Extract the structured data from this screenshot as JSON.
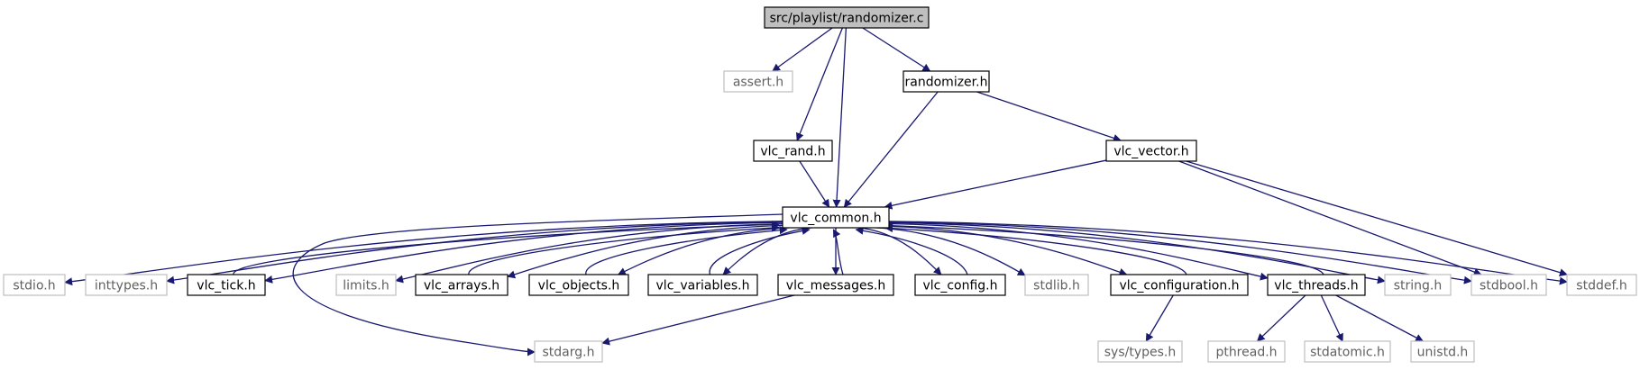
{
  "diagram": {
    "colors": {
      "edge": "#191970",
      "root_fill": "#bfbfbf",
      "documented_border": "#000000",
      "external_border": "#bfbfbf",
      "external_text": "#606060"
    },
    "nodes": [
      {
        "id": "randomizer_c",
        "label": "src/playlist/randomizer.c",
        "kind": "root"
      },
      {
        "id": "assert_h",
        "label": "assert.h",
        "kind": "external"
      },
      {
        "id": "randomizer_h",
        "label": "randomizer.h",
        "kind": "documented"
      },
      {
        "id": "vlc_rand_h",
        "label": "vlc_rand.h",
        "kind": "documented"
      },
      {
        "id": "vlc_vector_h",
        "label": "vlc_vector.h",
        "kind": "documented"
      },
      {
        "id": "vlc_common_h",
        "label": "vlc_common.h",
        "kind": "documented"
      },
      {
        "id": "stdio_h",
        "label": "stdio.h",
        "kind": "external"
      },
      {
        "id": "inttypes_h",
        "label": "inttypes.h",
        "kind": "external"
      },
      {
        "id": "vlc_tick_h",
        "label": "vlc_tick.h",
        "kind": "documented"
      },
      {
        "id": "limits_h",
        "label": "limits.h",
        "kind": "external"
      },
      {
        "id": "vlc_arrays_h",
        "label": "vlc_arrays.h",
        "kind": "documented"
      },
      {
        "id": "vlc_objects_h",
        "label": "vlc_objects.h",
        "kind": "documented"
      },
      {
        "id": "vlc_variables_h",
        "label": "vlc_variables.h",
        "kind": "documented"
      },
      {
        "id": "vlc_messages_h",
        "label": "vlc_messages.h",
        "kind": "documented"
      },
      {
        "id": "vlc_config_h",
        "label": "vlc_config.h",
        "kind": "documented"
      },
      {
        "id": "stdlib_h",
        "label": "stdlib.h",
        "kind": "external"
      },
      {
        "id": "vlc_configuration_h",
        "label": "vlc_configuration.h",
        "kind": "documented"
      },
      {
        "id": "vlc_threads_h",
        "label": "vlc_threads.h",
        "kind": "documented"
      },
      {
        "id": "string_h",
        "label": "string.h",
        "kind": "external"
      },
      {
        "id": "stdbool_h",
        "label": "stdbool.h",
        "kind": "external"
      },
      {
        "id": "stddef_h",
        "label": "stddef.h",
        "kind": "external"
      },
      {
        "id": "stdarg_h",
        "label": "stdarg.h",
        "kind": "external"
      },
      {
        "id": "sys_types_h",
        "label": "sys/types.h",
        "kind": "external"
      },
      {
        "id": "pthread_h",
        "label": "pthread.h",
        "kind": "external"
      },
      {
        "id": "stdatomic_h",
        "label": "stdatomic.h",
        "kind": "external"
      },
      {
        "id": "unistd_h",
        "label": "unistd.h",
        "kind": "external"
      }
    ],
    "edges": [
      {
        "from": "randomizer_c",
        "to": "assert_h"
      },
      {
        "from": "randomizer_c",
        "to": "randomizer_h"
      },
      {
        "from": "randomizer_c",
        "to": "vlc_rand_h"
      },
      {
        "from": "randomizer_c",
        "to": "vlc_common_h"
      },
      {
        "from": "randomizer_h",
        "to": "vlc_common_h"
      },
      {
        "from": "randomizer_h",
        "to": "vlc_vector_h"
      },
      {
        "from": "vlc_rand_h",
        "to": "vlc_common_h"
      },
      {
        "from": "vlc_vector_h",
        "to": "vlc_common_h"
      },
      {
        "from": "vlc_vector_h",
        "to": "stdbool_h"
      },
      {
        "from": "vlc_vector_h",
        "to": "stddef_h"
      },
      {
        "from": "vlc_common_h",
        "to": "stdio_h"
      },
      {
        "from": "vlc_common_h",
        "to": "inttypes_h"
      },
      {
        "from": "vlc_common_h",
        "to": "vlc_tick_h"
      },
      {
        "from": "vlc_common_h",
        "to": "limits_h"
      },
      {
        "from": "vlc_common_h",
        "to": "vlc_arrays_h"
      },
      {
        "from": "vlc_common_h",
        "to": "vlc_objects_h"
      },
      {
        "from": "vlc_common_h",
        "to": "vlc_variables_h"
      },
      {
        "from": "vlc_common_h",
        "to": "vlc_messages_h"
      },
      {
        "from": "vlc_common_h",
        "to": "vlc_config_h"
      },
      {
        "from": "vlc_common_h",
        "to": "stdlib_h"
      },
      {
        "from": "vlc_common_h",
        "to": "vlc_configuration_h"
      },
      {
        "from": "vlc_common_h",
        "to": "vlc_threads_h"
      },
      {
        "from": "vlc_common_h",
        "to": "string_h"
      },
      {
        "from": "vlc_common_h",
        "to": "stdbool_h"
      },
      {
        "from": "vlc_common_h",
        "to": "stddef_h"
      },
      {
        "from": "vlc_common_h",
        "to": "stdarg_h"
      },
      {
        "from": "vlc_tick_h",
        "to": "vlc_common_h"
      },
      {
        "from": "vlc_arrays_h",
        "to": "vlc_common_h"
      },
      {
        "from": "vlc_objects_h",
        "to": "vlc_common_h"
      },
      {
        "from": "vlc_variables_h",
        "to": "vlc_common_h"
      },
      {
        "from": "vlc_messages_h",
        "to": "vlc_common_h"
      },
      {
        "from": "vlc_messages_h",
        "to": "stdarg_h"
      },
      {
        "from": "vlc_config_h",
        "to": "vlc_common_h"
      },
      {
        "from": "vlc_configuration_h",
        "to": "vlc_common_h"
      },
      {
        "from": "vlc_configuration_h",
        "to": "sys_types_h"
      },
      {
        "from": "vlc_threads_h",
        "to": "vlc_common_h"
      },
      {
        "from": "vlc_threads_h",
        "to": "pthread_h"
      },
      {
        "from": "vlc_threads_h",
        "to": "stdatomic_h"
      },
      {
        "from": "vlc_threads_h",
        "to": "unistd_h"
      }
    ]
  }
}
